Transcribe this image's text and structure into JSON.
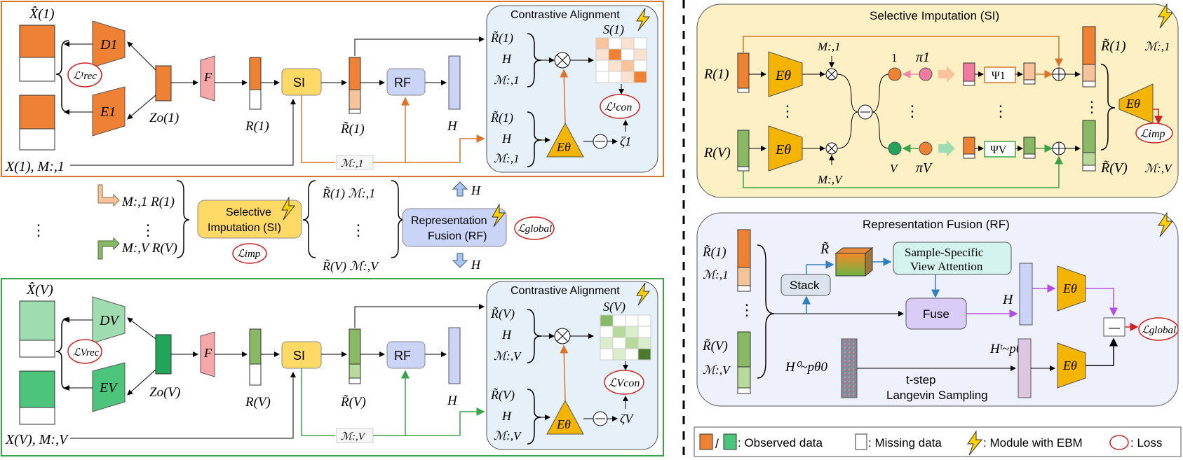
{
  "top_panel": {
    "x_hat": "X̂(1)",
    "d_label": "D1",
    "e_label": "E1",
    "loss_rec": "ℒ¹rec",
    "z_label": "Zo(1)",
    "f_label": "F",
    "r_label": "R(1)",
    "si_label": "SI",
    "r_tilde": "R̃(1)",
    "rf_label": "RF",
    "h_label": "H",
    "input_label": "X(1), M:,1",
    "mask_label": "ℳ:,1",
    "ca_title": "Contrastive Alignment",
    "ca_top": [
      "R̃(1)",
      "H",
      "ℳ:,1"
    ],
    "ca_bot": [
      "R̃(1)",
      "H",
      "ℳ:,1"
    ],
    "s_label": "S(1)",
    "loss_con": "ℒ¹con",
    "etheta": "Eθ",
    "zeta": "ζ1"
  },
  "middle": {
    "m1": "M:,1 R(1)",
    "mv": "M:,V R(V)",
    "dots": "⋮",
    "si_box": [
      "Selective",
      "Imputation (SI)"
    ],
    "loss_imp": "ℒimp",
    "rt1": "R̃(1) ℳ:,1",
    "rtv": "R̃(V) ℳ:,V",
    "rf_box": [
      "Representation",
      "Fusion (RF)"
    ],
    "loss_global": "ℒglobal",
    "h_up": "H",
    "h_down": "H"
  },
  "bottom_panel": {
    "x_hat": "X̂(V)",
    "d_label": "DV",
    "e_label": "EV",
    "loss_rec": "ℒVrec",
    "z_label": "Zo(V)",
    "f_label": "F",
    "r_label": "R(V)",
    "si_label": "SI",
    "r_tilde": "R̃(V)",
    "rf_label": "RF",
    "h_label": "H",
    "input_label": "X(V), M:,V",
    "mask_label": "ℳ:,V",
    "ca_title": "Contrastive Alignment",
    "ca_top": [
      "R̃(V)",
      "H",
      "ℳ:,V"
    ],
    "ca_bot": [
      "R̃(V)",
      "H",
      "ℳ:,V"
    ],
    "s_label": "S(V)",
    "loss_con": "ℒVcon",
    "etheta": "Eθ",
    "zeta": "ζV"
  },
  "si_panel": {
    "title": "Selective Imputation (SI)",
    "r1": "R(1)",
    "rv": "R(V)",
    "m1": "M:,1",
    "mv": "M:,V",
    "etheta": "Eθ",
    "one": "1",
    "v": "V",
    "pi1": "π1",
    "piv": "πV",
    "psi1": "Ψ1",
    "psiv": "ΨV",
    "rt1": "R̃(1)",
    "rtv": "R̃(V)",
    "mm1": "ℳ:,1",
    "mmv": "ℳ:,V",
    "loss_imp": "ℒimp"
  },
  "rf_panel": {
    "title": "Representation Fusion (RF)",
    "rt1": "R̃(1)",
    "mm1": "ℳ:,1",
    "rtv": "R̃(V)",
    "mmv": "ℳ:,V",
    "r_tilde": "R̃",
    "stack": "Stack",
    "attention": [
      "Sample-Specific",
      "View Attention"
    ],
    "fuse": "Fuse",
    "h": "H",
    "etheta": "Eθ",
    "h0": "H⁰~pθ0",
    "ht": "Hᵗ~pθt",
    "langevin": [
      "t-step",
      "Langevin Sampling"
    ],
    "minus": "—",
    "loss_global": "ℒglobal"
  },
  "legend": {
    "observed": ": Observed data",
    "missing": ": Missing data",
    "ebm": ": Module with EBM",
    "loss": ": Loss",
    "slash": "/"
  },
  "colors": {
    "orange": "#ee8133",
    "orange_light": "#f6c39b",
    "green": "#8ab966",
    "green_dark": "#21a55a",
    "green_light": "#9fddb1",
    "si_fill": "#ffd966",
    "rf_fill": "#c9d4f7",
    "ca_fill": "#e6f0f8",
    "si_panel": "#fdf0c4",
    "rf_panel": "#eef1fc",
    "pink": "#f6a7a7",
    "etheta": "#f5b400",
    "border_orange": "#d9742b",
    "border_green": "#3aa34a"
  }
}
